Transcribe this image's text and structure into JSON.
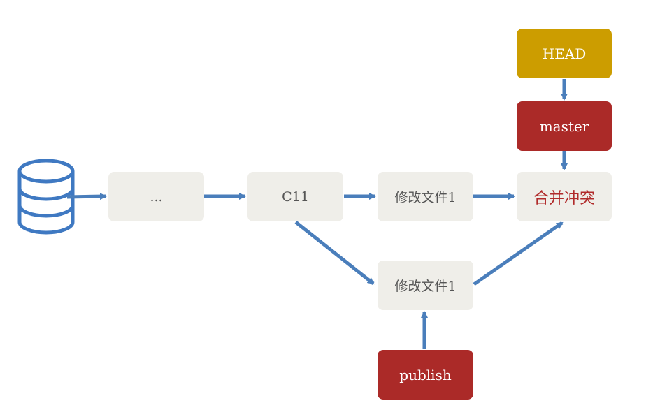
{
  "diagram": {
    "nodes": {
      "ellipsis": "...",
      "c11": "C11",
      "modify_master": "修改文件1",
      "modify_publish": "修改文件1",
      "merge_conflict": "合并冲突"
    },
    "refs": {
      "head": "HEAD",
      "master": "master",
      "publish": "publish"
    },
    "colors": {
      "arrow": "#4a7ebb",
      "commit_fill": "#efeee9",
      "head_fill": "#cc9d00",
      "branch_fill": "#ab2a28",
      "merge_text": "#b02a2a",
      "database_stroke": "#3f79c2"
    },
    "icons": {
      "database": "database-icon"
    }
  }
}
